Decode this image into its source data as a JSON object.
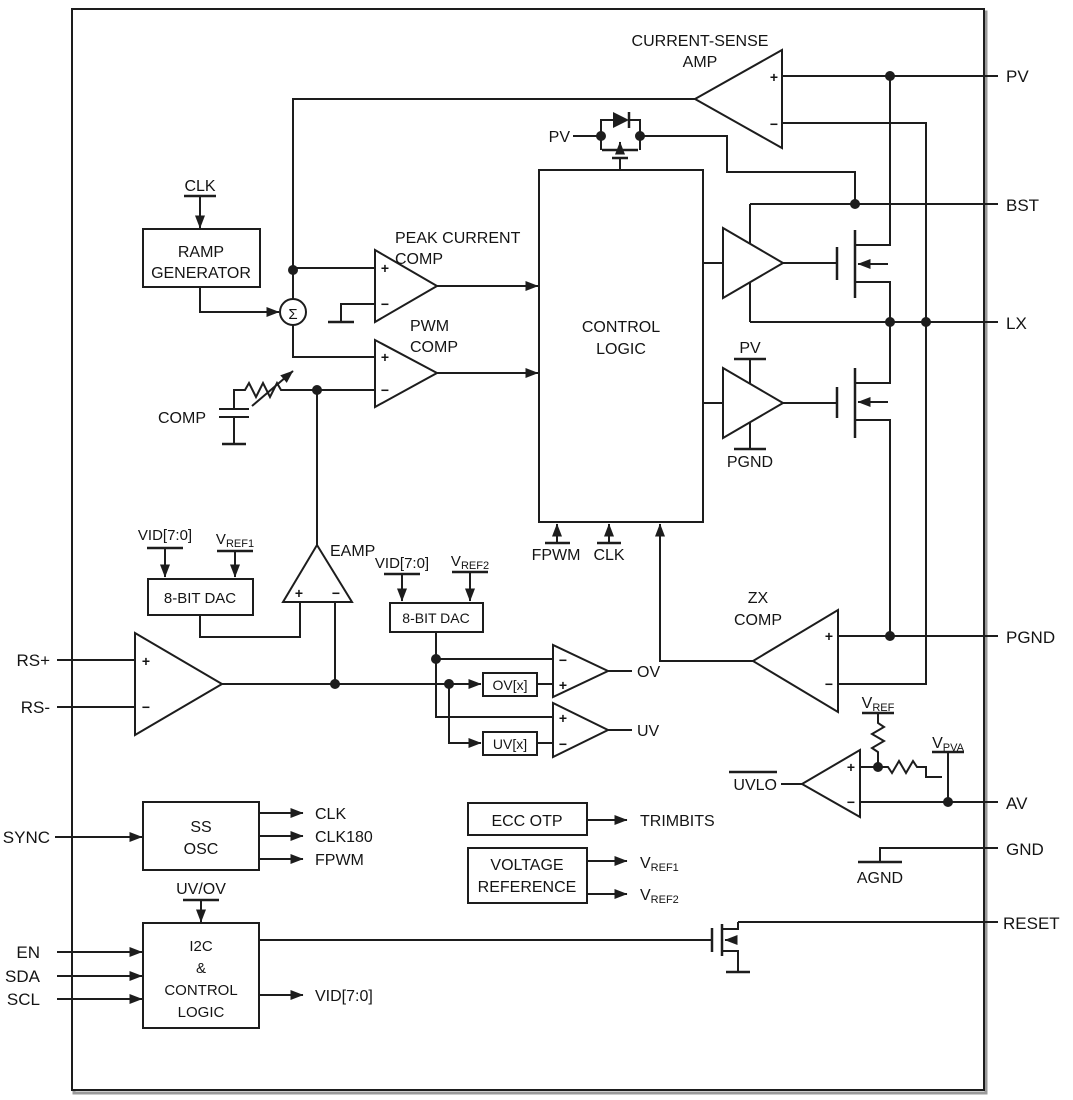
{
  "colors": {
    "line": "#1d1d1d",
    "background": "#ffffff",
    "text": "#141414"
  },
  "pins": {
    "right": {
      "pv": "PV",
      "bst": "BST",
      "lx": "LX",
      "pgnd": "PGND",
      "av": "AV",
      "gnd": "GND",
      "reset": "RESET"
    },
    "left": {
      "rs_plus": "RS+",
      "rs_minus": "RS-",
      "sync": "SYNC",
      "en": "EN",
      "sda": "SDA",
      "scl": "SCL"
    }
  },
  "blocks": {
    "ramp_generator": {
      "line1": "RAMP",
      "line2": "GENERATOR"
    },
    "control_logic": {
      "line1": "CONTROL",
      "line2": "LOGIC"
    },
    "dac1": "8-BIT DAC",
    "dac2": "8-BIT DAC",
    "ovx": "OV[x]",
    "uvx": "UV[x]",
    "ss_osc": {
      "line1": "SS",
      "line2": "OSC"
    },
    "i2c": {
      "line1": "I2C",
      "line2": "&",
      "line3": "CONTROL",
      "line4": "LOGIC"
    },
    "ecc_otp": "ECC OTP",
    "voltage_reference": {
      "line1": "VOLTAGE",
      "line2": "REFERENCE"
    }
  },
  "amps": {
    "current_sense": {
      "line1": "CURRENT-SENSE",
      "line2": "AMP"
    },
    "peak_current": {
      "line1": "PEAK CURRENT",
      "line2": "COMP"
    },
    "pwm": {
      "line1": "PWM",
      "line2": "COMP"
    },
    "zx": {
      "line1": "ZX",
      "line2": "COMP"
    },
    "eamp": "EAMP",
    "uvlo": "UVLO",
    "plus": "+",
    "minus": "−",
    "sigma": "Σ"
  },
  "signals": {
    "clk_top": "CLK",
    "pv_boot": "PV",
    "pv_ls": "PV",
    "pgnd_ls": "PGND",
    "fpwm_in": "FPWM",
    "clk_in": "CLK",
    "comp": "COMP",
    "vid_dac1": "VID[7:0]",
    "vid_dac2": "VID[7:0]",
    "ov": "OV",
    "uv": "UV",
    "clk_out": "CLK",
    "clk180_out": "CLK180",
    "fpwm_out": "FPWM",
    "uv_ov": "UV/OV",
    "vid_out": "VID[7:0]",
    "trimbits": "TRIMBITS",
    "agnd": "AGND",
    "vref": {
      "base": "V",
      "sub": "REF"
    },
    "vref1": {
      "base": "V",
      "sub": "REF1"
    },
    "vref2": {
      "base": "V",
      "sub": "REF2"
    },
    "vpva": {
      "base": "V",
      "sub": "PVA"
    }
  }
}
